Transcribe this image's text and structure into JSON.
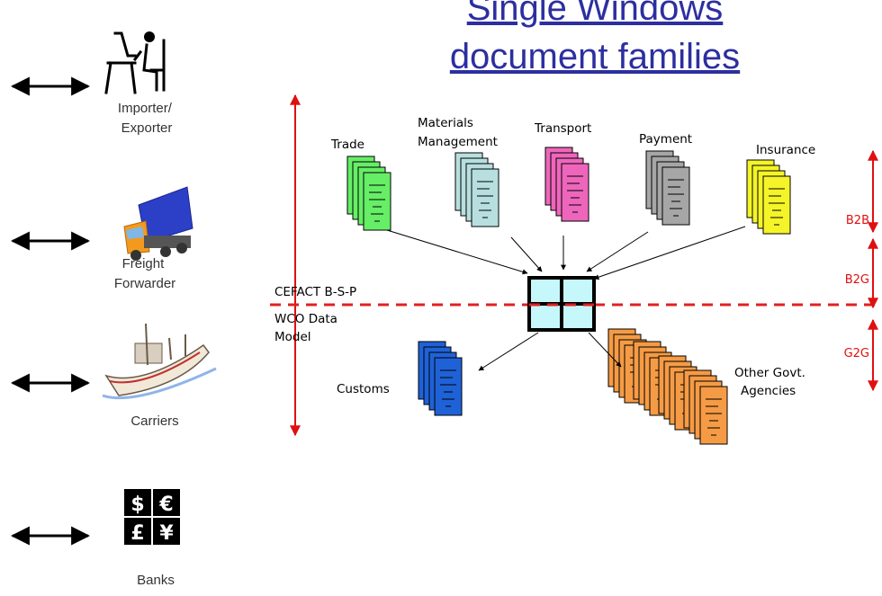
{
  "title": {
    "line1": "Single Windows",
    "line2": "document families"
  },
  "actors": [
    {
      "label_lines": [
        "Importer/",
        "Exporter"
      ],
      "icon": "importer-exporter-icon"
    },
    {
      "label_lines": [
        "Freight",
        "Forwarder"
      ],
      "icon": "truck-icon"
    },
    {
      "label_lines": [
        "Carriers"
      ],
      "icon": "ship-icon"
    },
    {
      "label_lines": [
        "Banks"
      ],
      "icon": "currency-icon"
    }
  ],
  "currency_symbols": [
    "$",
    "€",
    "£",
    "¥"
  ],
  "document_families": [
    {
      "label_lines": [
        "Trade"
      ],
      "color": "#66ee66"
    },
    {
      "label_lines": [
        "Materials",
        "Management"
      ],
      "color": "#b8dfe0"
    },
    {
      "label_lines": [
        "Transport"
      ],
      "color": "#ee66bb"
    },
    {
      "label_lines": [
        "Payment"
      ],
      "color": "#a6a6a6"
    },
    {
      "label_lines": [
        "Insurance"
      ],
      "color": "#f4f428"
    },
    {
      "label_lines": [
        "Customs"
      ],
      "color": "#1f62d8"
    },
    {
      "label_lines": [
        "Other Govt.",
        "Agencies"
      ],
      "color": "#f59b45"
    }
  ],
  "boundary": {
    "label_above": "CEFACT B-S-P",
    "label_below_lines": [
      "WCO Data",
      "Model"
    ],
    "color": "#e02020"
  },
  "levels": [
    "B2B",
    "B2G",
    "G2G"
  ]
}
